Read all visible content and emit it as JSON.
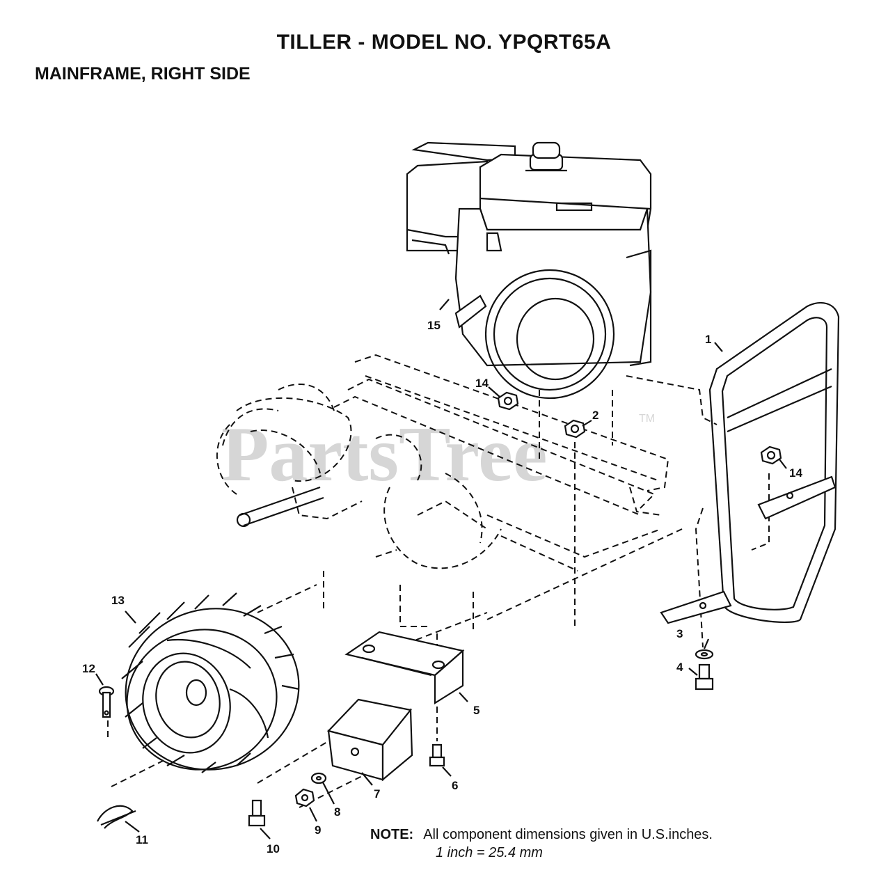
{
  "title": "TILLER - MODEL NO. YPQRT65A",
  "subtitle": "MAINFRAME, RIGHT SIDE",
  "watermark": {
    "text": "PartsTree",
    "trademark": "TM"
  },
  "callouts": [
    "1",
    "2",
    "3",
    "4",
    "5",
    "6",
    "7",
    "8",
    "9",
    "10",
    "11",
    "12",
    "13",
    "14",
    "14",
    "15"
  ],
  "note": {
    "label": "NOTE:",
    "line1": "All component dimensions given in U.S.inches.",
    "line2": "1 inch = 25.4 mm"
  }
}
